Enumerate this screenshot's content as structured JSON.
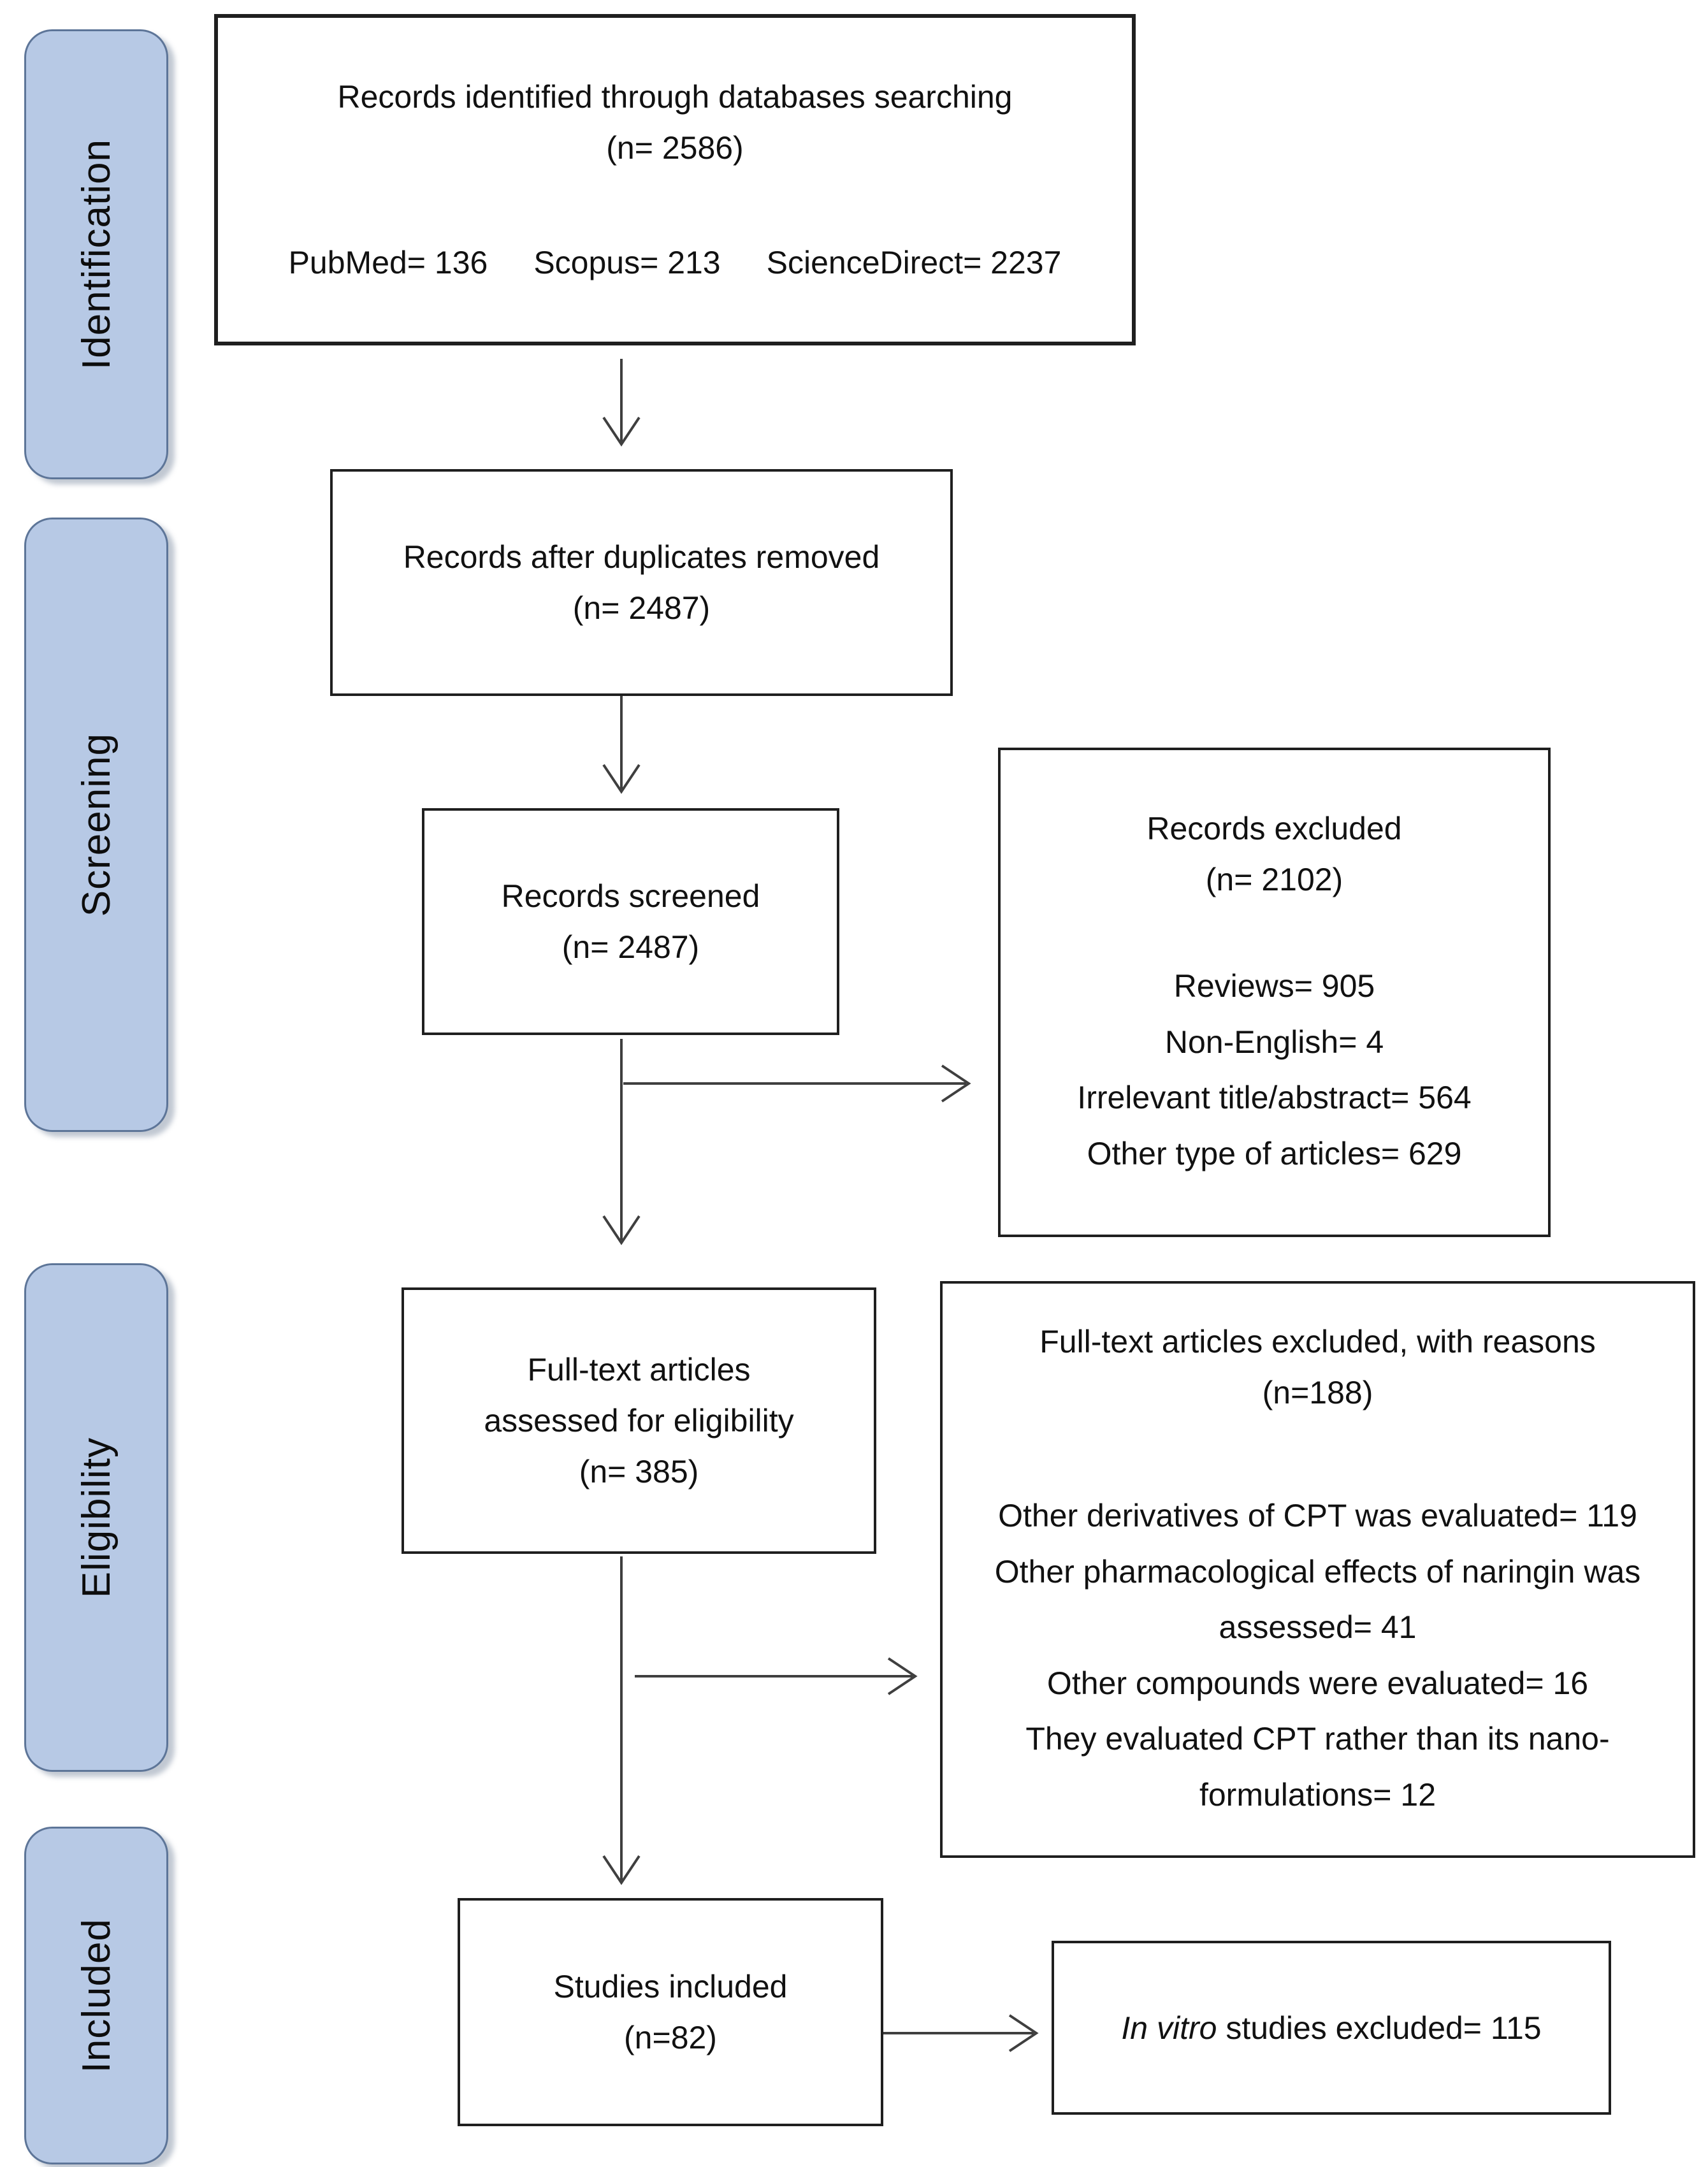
{
  "colors": {
    "background": "#ffffff",
    "stage_fill": "#b7c9e5",
    "stage_border": "#5d7598",
    "box_border": "#1f1f1f",
    "arrow": "#3f3f3f",
    "text": "#111111"
  },
  "sidebar": {
    "stages": [
      {
        "label": "Identification"
      },
      {
        "label": "Screening"
      },
      {
        "label": "Eligibility"
      },
      {
        "label": "Included"
      }
    ]
  },
  "boxes": {
    "identified": {
      "lines": [
        "Records identified through databases searching",
        "(n= 2586)"
      ],
      "sources": [
        "PubMed= 136",
        "Scopus= 213",
        "ScienceDirect= 2237"
      ]
    },
    "deduplicated": {
      "lines": [
        "Records after duplicates removed",
        "(n= 2487)"
      ]
    },
    "screened": {
      "lines": [
        "Records screened",
        "(n= 2487)"
      ]
    },
    "records_excluded": {
      "title_lines": [
        "Records excluded",
        "(n= 2102)"
      ],
      "reasons": [
        "Reviews= 905",
        "Non-English= 4",
        "Irrelevant title/abstract= 564",
        "Other type of articles= 629"
      ]
    },
    "fulltext": {
      "lines": [
        "Full-text articles",
        "assessed for eligibility",
        "(n= 385)"
      ]
    },
    "fulltext_excluded": {
      "title_lines": [
        "Full-text articles excluded, with reasons",
        "(n=188)"
      ],
      "reasons": [
        "Other derivatives of CPT was evaluated= 119",
        "Other pharmacological effects of naringin was assessed= 41",
        "Other compounds were evaluated= 16",
        "They evaluated CPT rather than its nano-formulations= 12"
      ]
    },
    "included": {
      "lines": [
        "Studies included",
        "(n=82)"
      ]
    },
    "invitro_excluded": {
      "italic_lead": "In vitro",
      "rest": " studies excluded= 115"
    }
  }
}
